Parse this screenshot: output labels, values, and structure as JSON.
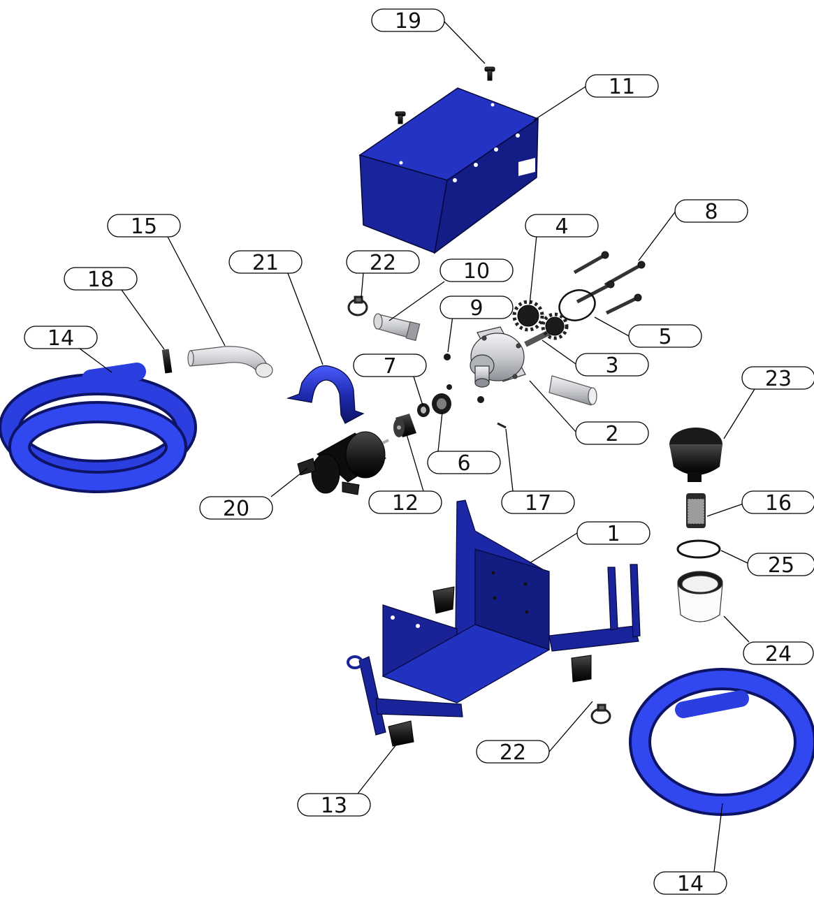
{
  "diagram": {
    "type": "exploded-assembly-view",
    "colors": {
      "part_blue": "#1f2bb0",
      "part_blue_dark": "#0d1466",
      "part_black": "#161616",
      "part_grey": "#c9cbd0",
      "leader": "#000000",
      "balloon_stroke": "#000000"
    },
    "balloons": [
      {
        "id": "b19",
        "label": "19"
      },
      {
        "id": "b11",
        "label": "11"
      },
      {
        "id": "b8",
        "label": "8"
      },
      {
        "id": "b15",
        "label": "15"
      },
      {
        "id": "b4",
        "label": "4"
      },
      {
        "id": "b21",
        "label": "21"
      },
      {
        "id": "b22a",
        "label": "22"
      },
      {
        "id": "b10",
        "label": "10"
      },
      {
        "id": "b18",
        "label": "18"
      },
      {
        "id": "b9",
        "label": "9"
      },
      {
        "id": "b14a",
        "label": "14"
      },
      {
        "id": "b5",
        "label": "5"
      },
      {
        "id": "b3",
        "label": "3"
      },
      {
        "id": "b7",
        "label": "7"
      },
      {
        "id": "b23",
        "label": "23"
      },
      {
        "id": "b2",
        "label": "2"
      },
      {
        "id": "b6",
        "label": "6"
      },
      {
        "id": "b12",
        "label": "12"
      },
      {
        "id": "b17",
        "label": "17"
      },
      {
        "id": "b16",
        "label": "16"
      },
      {
        "id": "b20",
        "label": "20"
      },
      {
        "id": "b1",
        "label": "1"
      },
      {
        "id": "b25",
        "label": "25"
      },
      {
        "id": "b24",
        "label": "24"
      },
      {
        "id": "b22b",
        "label": "22"
      },
      {
        "id": "b13",
        "label": "13"
      },
      {
        "id": "b14b",
        "label": "14"
      }
    ]
  }
}
